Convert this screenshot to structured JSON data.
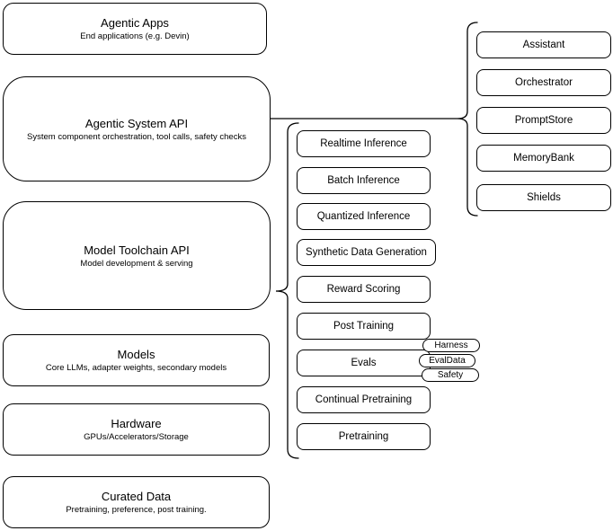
{
  "diagram": {
    "stack": [
      {
        "title": "Agentic Apps",
        "subtitle": "End applications (e.g. Devin)"
      },
      {
        "title": "Agentic System API",
        "subtitle": "System component orchestration, tool calls, safety checks"
      },
      {
        "title": "Model Toolchain API",
        "subtitle": "Model development & serving"
      },
      {
        "title": "Models",
        "subtitle": "Core LLMs, adapter weights, secondary models"
      },
      {
        "title": "Hardware",
        "subtitle": "GPUs/Accelerators/Storage"
      },
      {
        "title": "Curated Data",
        "subtitle": "Pretraining, preference, post training."
      }
    ],
    "toolchain": {
      "items": [
        "Realtime Inference",
        "Batch Inference",
        "Quantized Inference",
        "Synthetic Data Generation",
        "Reward Scoring",
        "Post Training",
        "Evals",
        "Continual Pretraining",
        "Pretraining"
      ],
      "evals_tags": [
        "Harness",
        "EvalData",
        "Safety"
      ]
    },
    "system_components": [
      "Assistant",
      "Orchestrator",
      "PromptStore",
      "MemoryBank",
      "Shields"
    ],
    "colors": {
      "stroke": "#000000",
      "fill": "#ffffff"
    }
  }
}
